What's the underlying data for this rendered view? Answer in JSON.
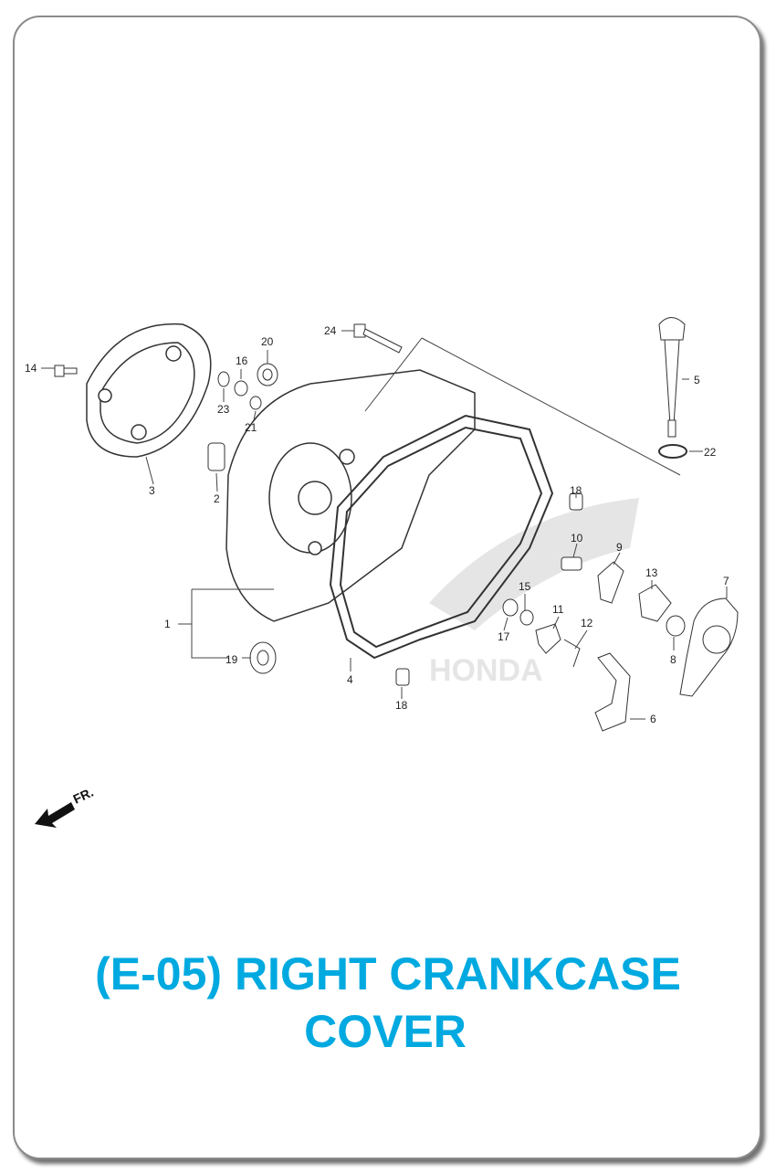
{
  "title": {
    "line1": "(E-05) RIGHT CRANKCASE",
    "line2": "COVER",
    "color": "#00a9e0"
  },
  "direction_label": "FR.",
  "watermark": "HONDA",
  "callouts": {
    "c1": "1",
    "c2": "2",
    "c3": "3",
    "c4": "4",
    "c5": "5",
    "c6": "6",
    "c7": "7",
    "c8": "8",
    "c9": "9",
    "c10": "10",
    "c11": "11",
    "c12": "12",
    "c13": "13",
    "c14": "14",
    "c15": "15",
    "c16": "16",
    "c17": "17",
    "c18a": "18",
    "c18b": "18",
    "c19": "19",
    "c20": "20",
    "c21": "21",
    "c22": "22",
    "c23": "23",
    "c24": "24"
  }
}
